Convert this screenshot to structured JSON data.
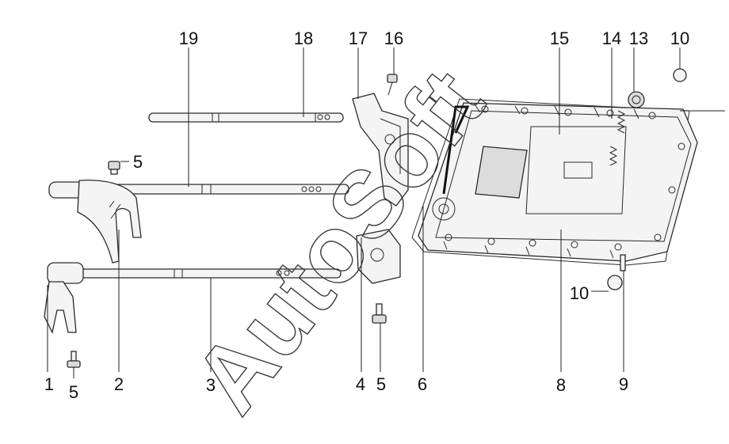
{
  "diagram": {
    "watermark": "AutoSoft",
    "callouts": [
      {
        "id": "c1",
        "text": "1"
      },
      {
        "id": "c5a",
        "text": "5"
      },
      {
        "id": "c2",
        "text": "2"
      },
      {
        "id": "c3",
        "text": "3"
      },
      {
        "id": "c4",
        "text": "4"
      },
      {
        "id": "c5b",
        "text": "5"
      },
      {
        "id": "c6",
        "text": "6"
      },
      {
        "id": "c8",
        "text": "8"
      },
      {
        "id": "c9",
        "text": "9"
      },
      {
        "id": "c10a",
        "text": "10"
      },
      {
        "id": "c5c",
        "text": "5"
      },
      {
        "id": "c19",
        "text": "19"
      },
      {
        "id": "c18",
        "text": "18"
      },
      {
        "id": "c17",
        "text": "17"
      },
      {
        "id": "c16",
        "text": "16"
      },
      {
        "id": "c15",
        "text": "15"
      },
      {
        "id": "c14",
        "text": "14"
      },
      {
        "id": "c13",
        "text": "13"
      },
      {
        "id": "c10b",
        "text": "10"
      }
    ]
  }
}
